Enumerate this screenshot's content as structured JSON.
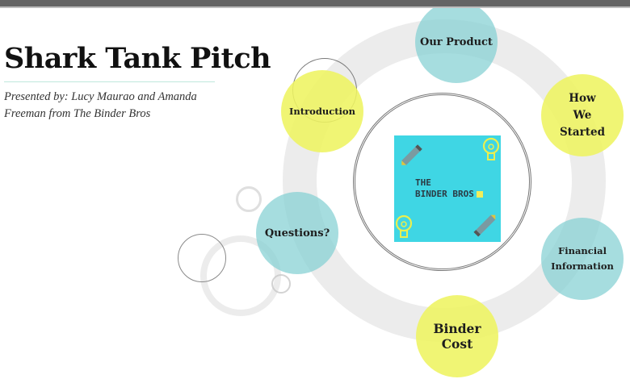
{
  "slide": {
    "title": "Shark Tank Pitch",
    "subtitle_line1": "Presented by: Lucy Maurao and Amanda",
    "subtitle_line2": "Freeman from The Binder Bros"
  },
  "logo": {
    "line1": "THE",
    "line2": "BINDER BROS"
  },
  "nodes": [
    {
      "label": "Our Product",
      "color": "#84d0d3"
    },
    {
      "label_lines": [
        "How",
        "We",
        "Started"
      ],
      "color": "#eef461"
    },
    {
      "label_lines": [
        "Financial",
        "Information"
      ],
      "color": "#84d0d3"
    },
    {
      "label": "Binder Cost",
      "color": "#eef461"
    },
    {
      "label": "Questions?",
      "color": "#84d0d3"
    },
    {
      "label": "Introduction",
      "color": "#eef461"
    }
  ],
  "colors": {
    "teal": "#84d0d3",
    "yellow": "#eef461",
    "logo_bg": "#3fd6e4",
    "topbar": "#646464"
  }
}
